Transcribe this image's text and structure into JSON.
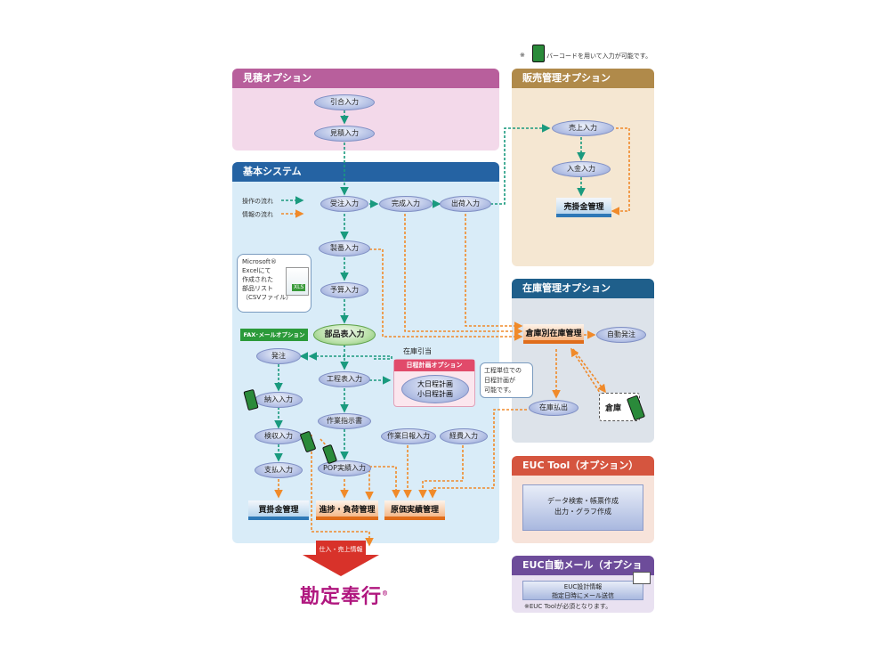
{
  "note": "バーコードを用いて入力が可能です。",
  "panels": {
    "estimate": "見積オプション",
    "sales": "販売管理オプション",
    "basic": "基本システム",
    "inventory": "在庫管理オプション",
    "euc": "EUC Tool（オプション）",
    "eucmail": "EUC自動メール（オプション）"
  },
  "legend": {
    "operation": "操作の流れ",
    "information": "情報の流れ"
  },
  "nodes": {
    "hikiai": "引合入力",
    "mitsumori": "見積入力",
    "juchu": "受注入力",
    "kansei": "完成入力",
    "shukka": "出荷入力",
    "seiban": "製番入力",
    "yosan": "予算入力",
    "buhinhyo": "部品表入力",
    "hatchu": "発注",
    "koteihyo": "工程表入力",
    "nyuka": "納入入力",
    "kenshu": "検収入力",
    "shiharai": "支払入力",
    "sagyoshiji": "作業指示書",
    "sagyonippo": "作業日報入力",
    "keihi": "経費入力",
    "pop": "POP実績入力",
    "uriage": "売上入力",
    "nyukin": "入金入力",
    "jidohatchu": "自動発注",
    "zaikoharaidashi": "在庫払出"
  },
  "ledgers": {
    "kaikake": "買掛金管理",
    "shinchoku": "進捗・負荷管理",
    "genka": "原価実績管理",
    "urikake": "売掛金管理",
    "soukobetsu": "倉庫別在庫管理"
  },
  "fax": "FAX･メールオプション",
  "excel": {
    "line1": "Microsoft®",
    "line2": "Excelにて",
    "line3": "作成された",
    "line4": "部品リスト",
    "line5": "（CSVファイル）",
    "badge": "XLS"
  },
  "zaikohikiate": "在庫引当",
  "schedule": {
    "title": "日程計画オプション",
    "line1": "大日程計画",
    "line2": "小日程計画"
  },
  "callout": {
    "line1": "工程単位での",
    "line2": "日程計画が",
    "line3": "可能です。"
  },
  "warehouse": "倉庫",
  "euc_content": {
    "line1": "データ検索・帳票作成",
    "line2": "出力・グラフ作成"
  },
  "mail_content": {
    "line1": "EUC設計情報",
    "line2": "指定日時にメール送信",
    "note": "※EUC Toolが必須となります。"
  },
  "arrow_label": "仕入・売上情報",
  "brand": "勘定奉行",
  "brand_mark": "®",
  "colors": {
    "operation": "#1a9a7e",
    "information": "#f08a2a",
    "estimate_header": "#b85f9c",
    "sales_header": "#b08a4a",
    "basic_header": "#2563a3",
    "inventory_header": "#1f5f8b",
    "euc_header": "#d5553f",
    "mail_header": "#6d4c9a",
    "brand": "#b0177f"
  }
}
